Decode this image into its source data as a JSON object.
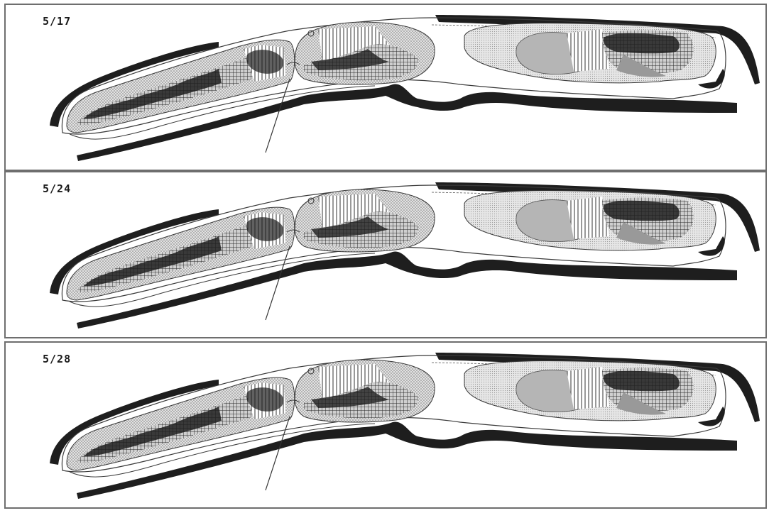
{
  "figure": {
    "panels": [
      {
        "date": "5/17"
      },
      {
        "date": "5/24"
      },
      {
        "date": "5/28"
      }
    ],
    "colors": {
      "frame": "#6e6e6e",
      "dark_tissue": "#1e1e1e",
      "light_fill": "#cfcfcf",
      "mid_fill": "#a9a9a9",
      "line": "#3a3a3a"
    }
  }
}
